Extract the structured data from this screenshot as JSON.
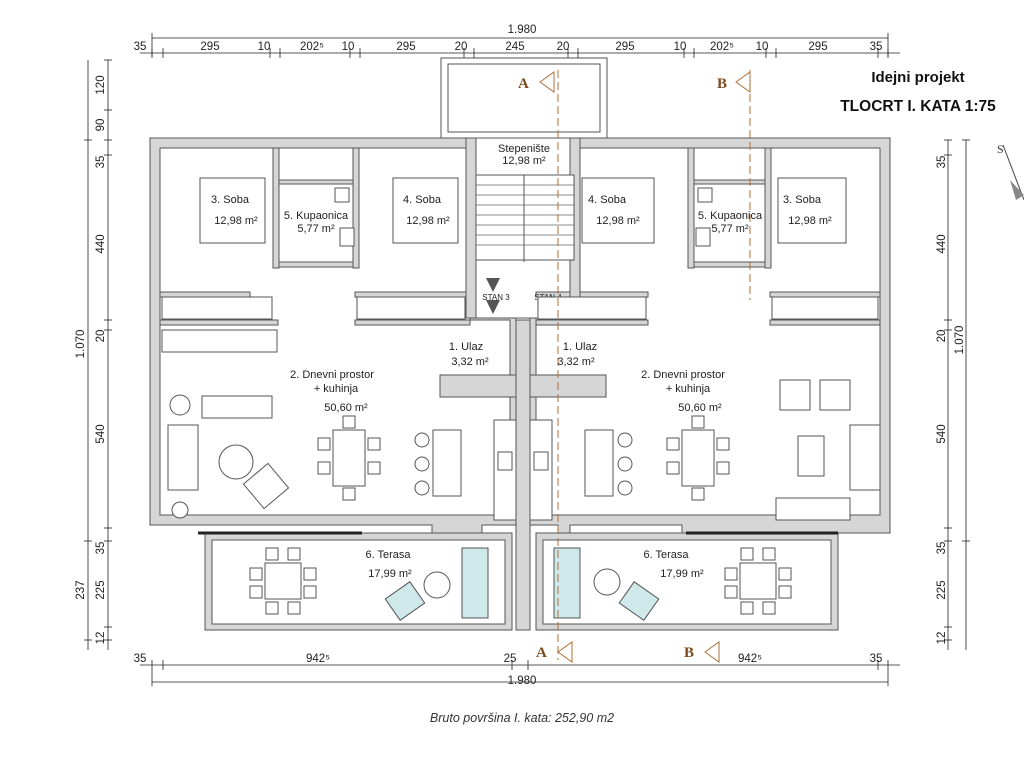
{
  "title": {
    "line1": "Idejni projekt",
    "line2": "TLOCRT I. KATA  1:75"
  },
  "caption": "Bruto površina I. kata: 252,90 m2",
  "section_marks": [
    "A",
    "B",
    "A",
    "B"
  ],
  "stair_labels": [
    "STAN 3",
    "STAN 4"
  ],
  "dimensions": {
    "overall_top": "1.980",
    "overall_bottom": "1.980",
    "top_segments": [
      "35",
      "295",
      "10",
      "202⁵",
      "10",
      "295",
      "20",
      "245",
      "20",
      "295",
      "10",
      "202⁵",
      "10",
      "295",
      "35"
    ],
    "bottom_segments": [
      "35",
      "942⁵",
      "25",
      "942⁵",
      "35"
    ],
    "left_segments": [
      "120",
      "90",
      "35",
      "440",
      "20",
      "540",
      "35",
      "225",
      "12"
    ],
    "left_total_upper": "1.070",
    "left_total_lower": "237",
    "right_segments": [
      "35",
      "440",
      "20",
      "540",
      "35",
      "225",
      "12"
    ],
    "right_total": "1.070"
  },
  "rooms": {
    "stair": {
      "name": "Stepenište",
      "area": "12,98 m²"
    },
    "soba_left_outer": {
      "name": "3. Soba",
      "area": "12,98 m²"
    },
    "kup_left": {
      "name": "5. Kupaonica",
      "area": "5,77 m²"
    },
    "soba_left_inner": {
      "name": "4. Soba",
      "area": "12,98 m²"
    },
    "soba_right_inner": {
      "name": "4. Soba",
      "area": "12,98 m²"
    },
    "kup_right": {
      "name": "5. Kupaonica",
      "area": "5,77 m²"
    },
    "soba_right_outer": {
      "name": "3. Soba",
      "area": "12,98 m²"
    },
    "ulaz_left": {
      "name": "1. Ulaz",
      "area": "3,32 m²"
    },
    "ulaz_right": {
      "name": "1. Ulaz",
      "area": "3,32 m²"
    },
    "dnevni_left": {
      "name": "2. Dnevni prostor",
      "name2": "+ kuhinja",
      "area": "50,60 m²"
    },
    "dnevni_right": {
      "name": "2. Dnevni prostor",
      "name2": "+ kuhinja",
      "area": "50,60 m²"
    },
    "terasa_left": {
      "name": "6. Terasa",
      "area": "17,99 m²"
    },
    "terasa_right": {
      "name": "6. Terasa",
      "area": "17,99 m²"
    }
  }
}
